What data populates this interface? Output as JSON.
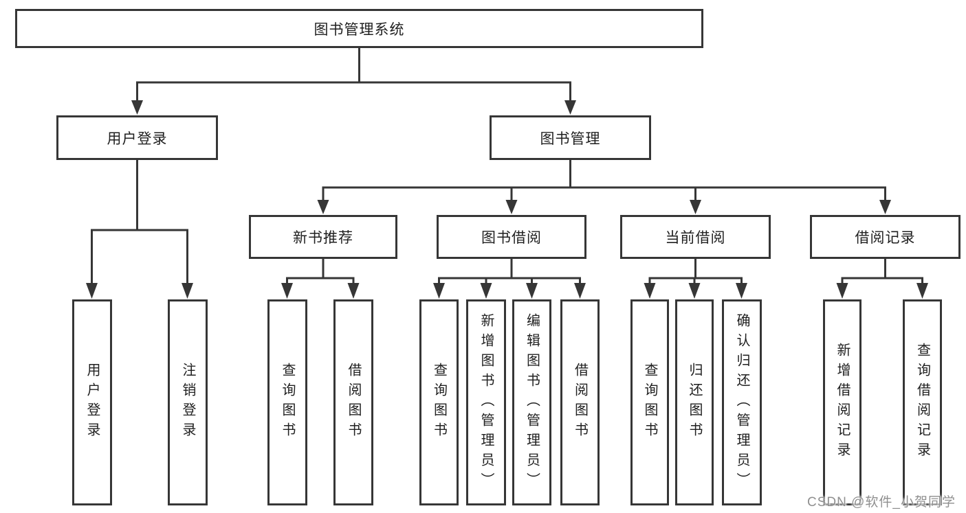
{
  "diagram_type": "functional-structure-tree",
  "hierarchy": {
    "root": "图书管理系统",
    "children": [
      {
        "label": "用户登录",
        "children": [
          "用户登录",
          "注销登录"
        ]
      },
      {
        "label": "图书管理",
        "children": [
          {
            "label": "新书推荐",
            "children": [
              "查询图书",
              "借阅图书"
            ]
          },
          {
            "label": "图书借阅",
            "children": [
              "查询图书",
              "新增图书（管理员）",
              "编辑图书（管理员）",
              "借阅图书"
            ]
          },
          {
            "label": "当前借阅",
            "children": [
              "查询图书",
              "归还图书",
              "确认归还（管理员）"
            ]
          },
          {
            "label": "借阅记录",
            "children": [
              "新增借阅记录",
              "查询借阅记录"
            ]
          }
        ]
      }
    ]
  },
  "watermark": "CSDN @软件_小贺同学",
  "colors": {
    "background": "#ffffff",
    "box_fill": "#ffffff",
    "box_border": "#363636",
    "connector_line": "#363636",
    "text": "#1f1f1f",
    "watermark_text": "#8f8f8f"
  }
}
